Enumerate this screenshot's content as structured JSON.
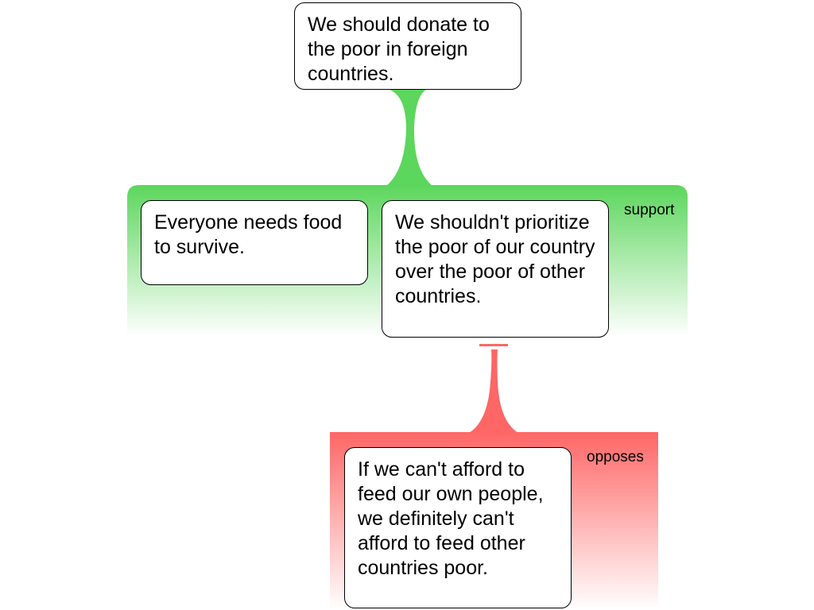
{
  "colors": {
    "support": "#5cd65c",
    "opposes": "#ff6666",
    "box_border": "#000000",
    "box_fill": "#ffffff"
  },
  "claims": {
    "root": "We should donate to the poor in foreign countries.",
    "reason_1": "Everyone needs food to survive.",
    "reason_2": "We shouldn't prioritize the poor of our country over the poor of other countries.",
    "objection": "If we can't afford to feed our own people, we definitely can't afford to feed other countries poor."
  },
  "relations": {
    "support": "support",
    "opposes": "opposes"
  }
}
